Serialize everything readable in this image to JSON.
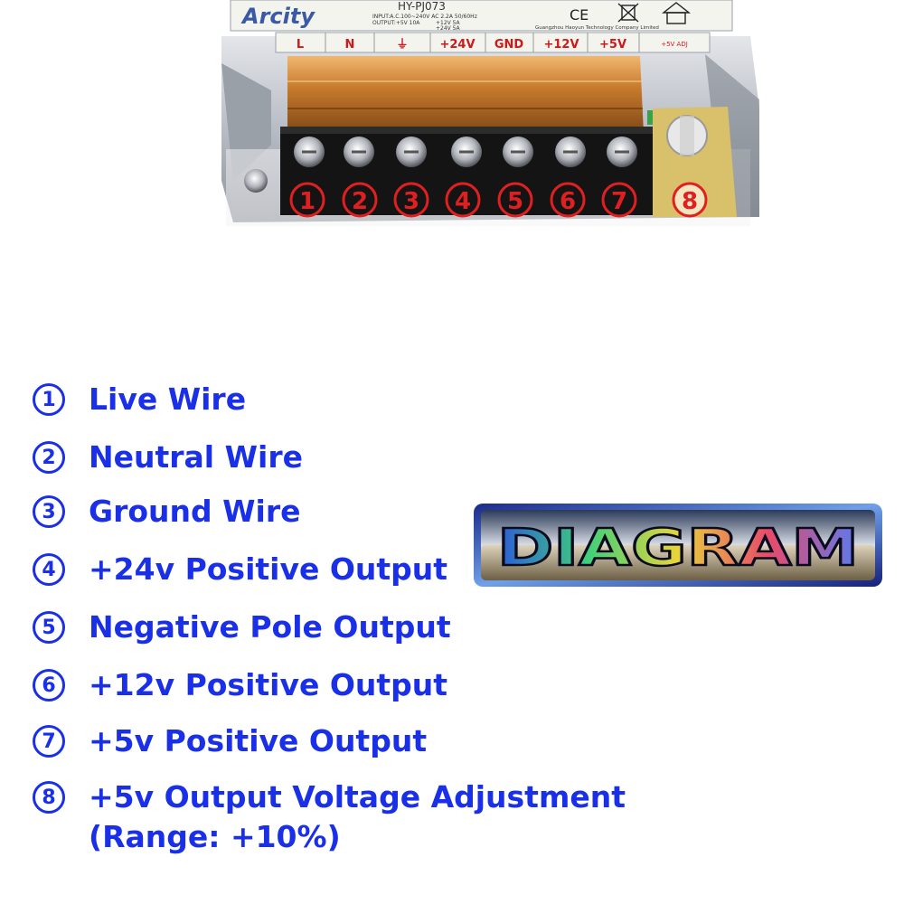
{
  "psu": {
    "brand": "Arcity",
    "model": "HY-PJ073",
    "spec_line1": "INPUT:A.C.100~240V AC 2.2A 50/60Hz",
    "spec_line2": "OUTPUT:+5V 10A",
    "spec_line3": "+12V 5A",
    "spec_line4": "+24V 5A",
    "manufacturer": "Guangzhou Haoyun Technology Company Limited",
    "ce_mark": "CE",
    "adjuster_label": "+5V ADJ",
    "terminal_labels": [
      "L",
      "N",
      "⏚",
      "+24V",
      "GND",
      "+12V",
      "+5V"
    ],
    "callout_numbers": [
      "1",
      "2",
      "3",
      "4",
      "5",
      "6",
      "7",
      "8"
    ]
  },
  "legend": [
    {
      "number": "1",
      "label": "Live Wire"
    },
    {
      "number": "2",
      "label": "Neutral Wire"
    },
    {
      "number": "3",
      "label": "Ground Wire"
    },
    {
      "number": "4",
      "label": "+24v Positive Output"
    },
    {
      "number": "5",
      "label": "Negative Pole Output"
    },
    {
      "number": "6",
      "label": "+12v Positive Output"
    },
    {
      "number": "7",
      "label": "+5v Positive Output"
    },
    {
      "number": "8",
      "label": "+5v Output Voltage Adjustment",
      "sublabel": "(Range: +10%)"
    }
  ],
  "badge": {
    "text": "DIAGRAM"
  },
  "colors": {
    "legend_blue": "#1a2fe8",
    "callout_red": "#e02020",
    "terminal_label_red": "#d01818"
  }
}
